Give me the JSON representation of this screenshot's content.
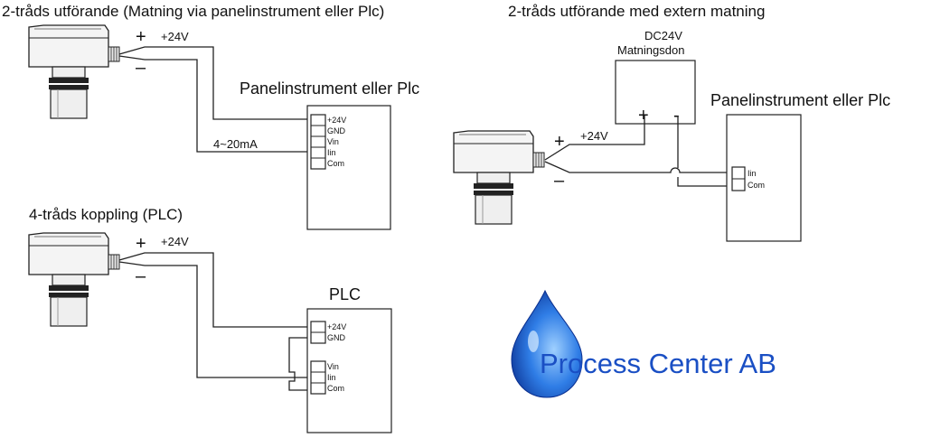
{
  "diagram1": {
    "title": "2-tråds utförande (Matning via panelinstrument eller Plc)",
    "plus": "+",
    "minus": "–",
    "supply_label": "+24V",
    "signal_label": "4~20mA",
    "box_title": "Panelinstrument eller Plc",
    "terminals": [
      "+24V",
      "GND",
      "Vin",
      "Iin",
      "Com"
    ]
  },
  "diagram2": {
    "title": "2-tråds utförande med extern matning",
    "psu_title_line1": "DC24V",
    "psu_title_line2": "Matningsdon",
    "psu_plus": "+",
    "psu_minus": "-",
    "plus": "+",
    "minus": "–",
    "supply_label": "+24V",
    "box_title": "Panelinstrument eller Plc",
    "terminals": [
      "Iin",
      "Com"
    ]
  },
  "diagram3": {
    "title": "4-tråds koppling (PLC)",
    "plus": "+",
    "minus": "–",
    "supply_label": "+24V",
    "box_title": "PLC",
    "terminals_top": [
      "+24V",
      "GND"
    ],
    "terminals_bottom": [
      "Vin",
      "Iin",
      "Com"
    ]
  },
  "logo": {
    "text": "Process Center AB",
    "colors": {
      "drop_dark": "#0a2f8f",
      "drop_light": "#5aa7ff",
      "text": "#1a4fc4"
    }
  }
}
